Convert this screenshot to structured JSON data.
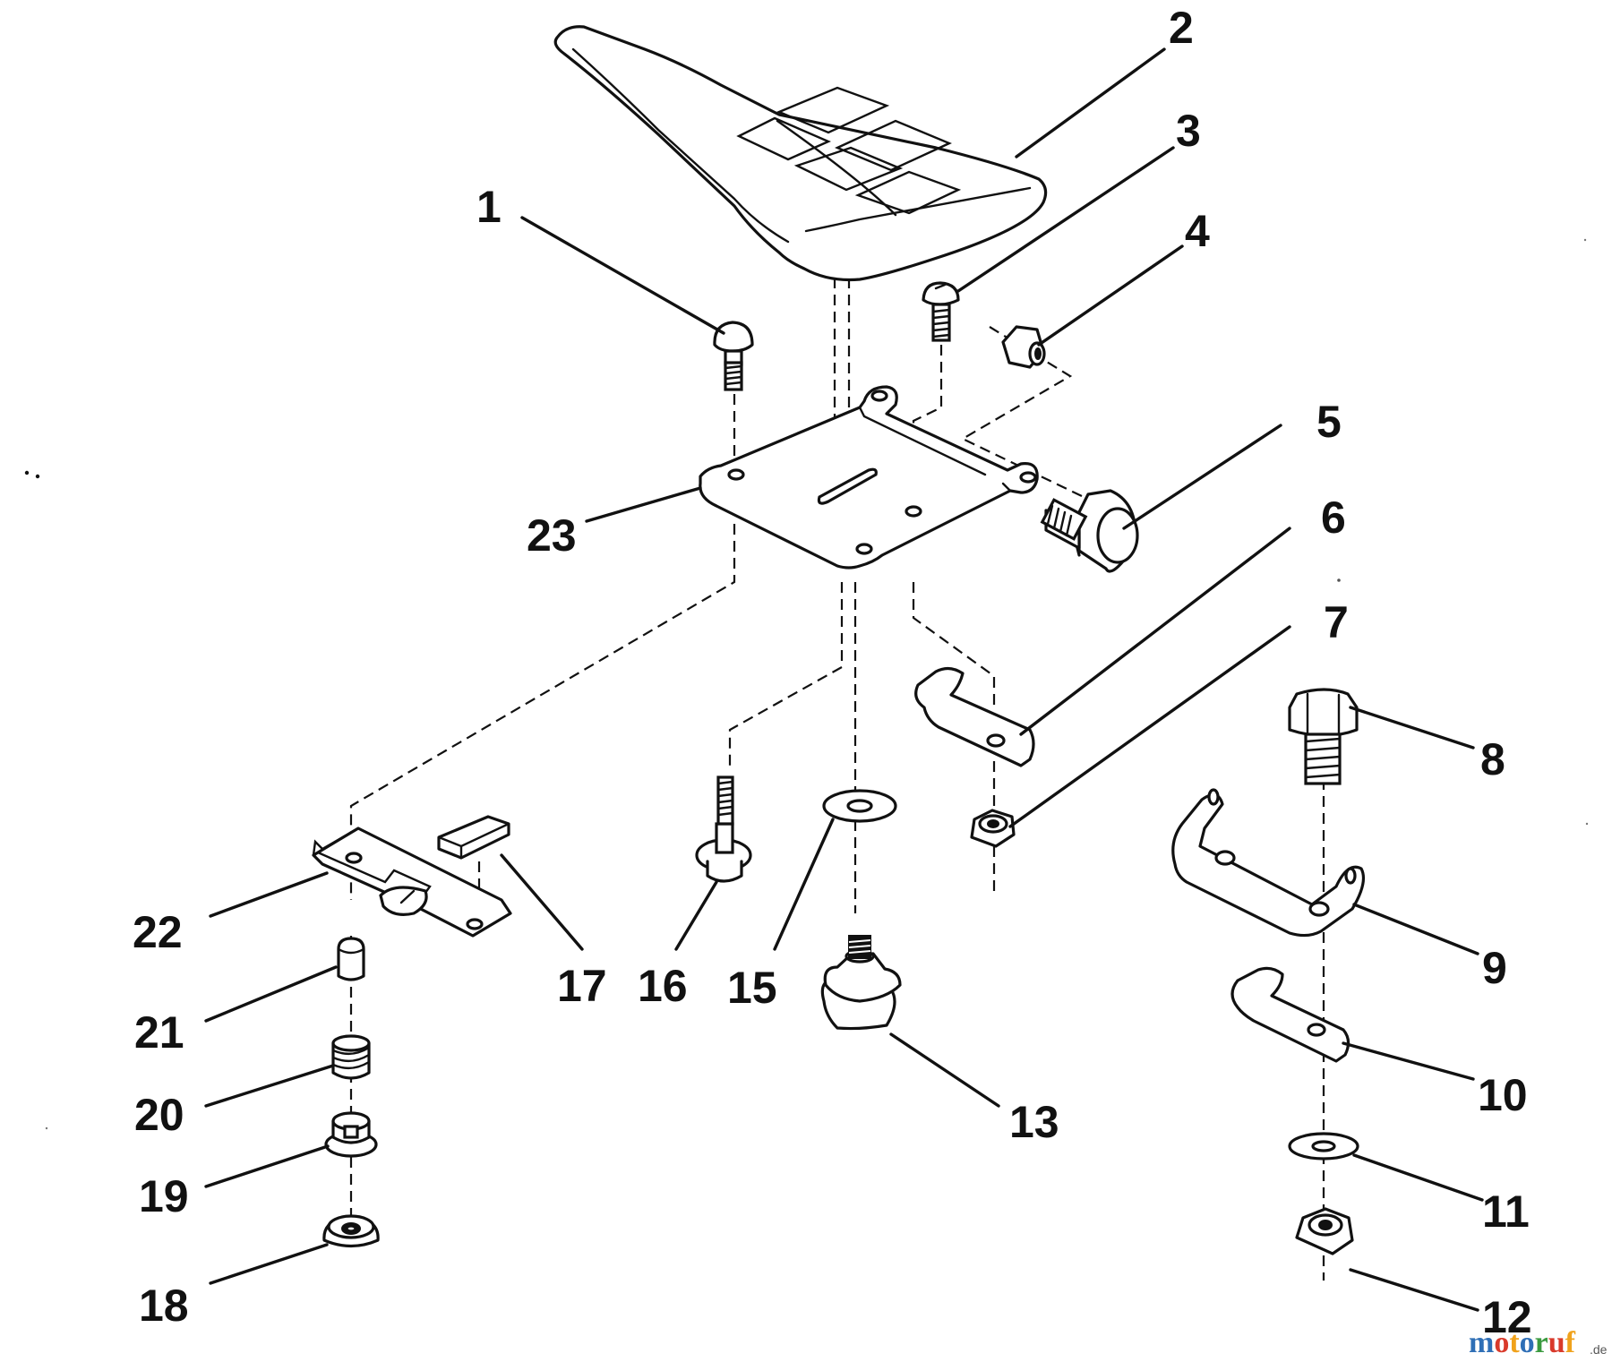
{
  "callouts": {
    "p1": "1",
    "p2": "2",
    "p3": "3",
    "p4": "4",
    "p5": "5",
    "p6": "6",
    "p7": "7",
    "p8": "8",
    "p9": "9",
    "p10": "10",
    "p11": "11",
    "p12": "12",
    "p13": "13",
    "p15": "15",
    "p16": "16",
    "p17": "17",
    "p18": "18",
    "p19": "19",
    "p20": "20",
    "p21": "21",
    "p22": "22",
    "p23": "23"
  },
  "watermark": {
    "text": "motoruf",
    "suffix": ".de",
    "letter_colors": [
      "#2f6fb6",
      "#d93a2b",
      "#f0a21c",
      "#2f6fb6",
      "#3a9a3f",
      "#d93a2b",
      "#f0a21c"
    ]
  }
}
